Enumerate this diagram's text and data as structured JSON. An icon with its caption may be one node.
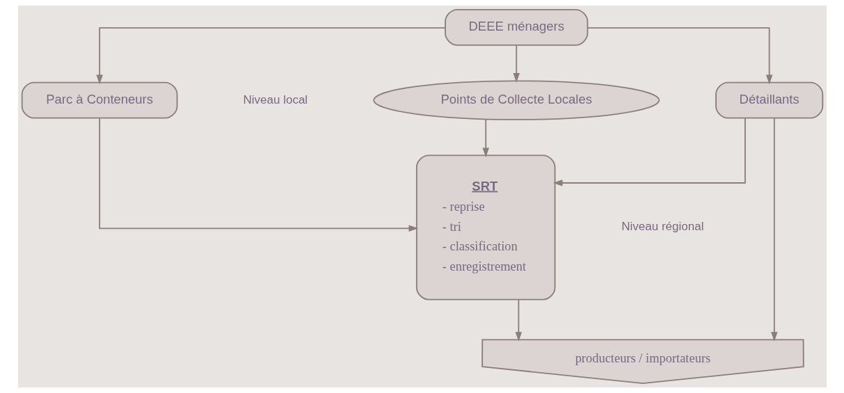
{
  "diagram": {
    "nodes": [
      {
        "text": [
          "DEEE ménagers"
        ]
      },
      {
        "text": [
          "Parc à Conteneurs"
        ]
      },
      {
        "text": [
          "Points de Collecte Locales"
        ]
      },
      {
        "text": [
          "Détaillants"
        ]
      },
      {
        "text": [
          "SRT",
          "- reprise",
          "- tri",
          "- classification",
          "- enregistrement"
        ]
      },
      {
        "text": [
          "producteurs / importateurs"
        ]
      }
    ],
    "edges": [
      {
        "from": 0,
        "to": 1,
        "arrow": "to"
      },
      {
        "from": 0,
        "to": 2,
        "arrow": "to"
      },
      {
        "from": 0,
        "to": 3,
        "arrow": "to"
      },
      {
        "from": 1,
        "to": 4,
        "arrow": "to"
      },
      {
        "from": 2,
        "to": 4,
        "arrow": "to"
      },
      {
        "from": 3,
        "to": 4,
        "arrow": "to"
      },
      {
        "from": 4,
        "to": 5,
        "arrow": "to"
      },
      {
        "from": 3,
        "to": 5,
        "arrow": "to"
      }
    ],
    "labels": [
      "Niveau local",
      "Niveau régional"
    ]
  }
}
